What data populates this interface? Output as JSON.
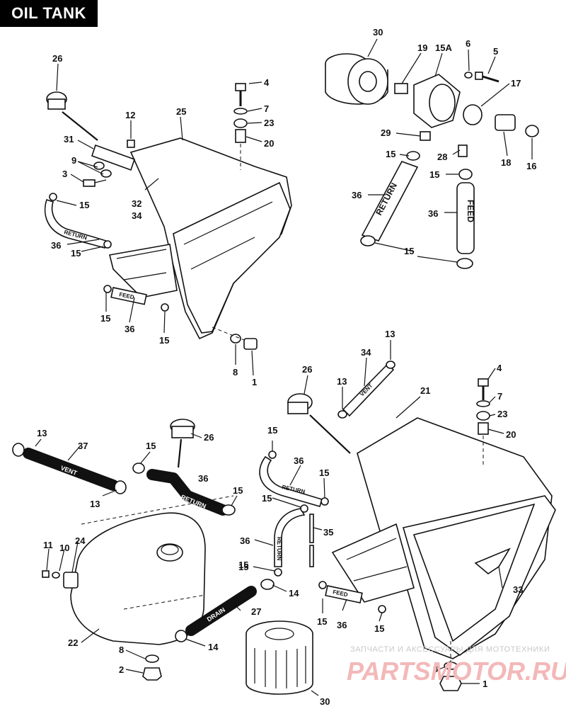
{
  "title": "OIL TANK",
  "hose_labels": {
    "return": "RETURN",
    "feed": "FEED",
    "vent": "VENT",
    "drain": "DRAIN"
  },
  "watermark": {
    "line1": "ЗАПЧАСТИ И АКСЕССУАРЫ ДЛЯ МОТОТЕХНИКИ",
    "line2": "PARTSMOTOR.RU"
  },
  "callouts": [
    {
      "id": "c26a",
      "text": "26"
    },
    {
      "id": "c12a",
      "text": "12"
    },
    {
      "id": "c25",
      "text": "25"
    },
    {
      "id": "c4a",
      "text": "4"
    },
    {
      "id": "c7a",
      "text": "7"
    },
    {
      "id": "c23a",
      "text": "23"
    },
    {
      "id": "c20a",
      "text": "20"
    },
    {
      "id": "c31",
      "text": "31"
    },
    {
      "id": "c9",
      "text": "9"
    },
    {
      "id": "c3",
      "text": "3"
    },
    {
      "id": "c15a",
      "text": "15"
    },
    {
      "id": "c32",
      "text": "32"
    },
    {
      "id": "c34a",
      "text": "34"
    },
    {
      "id": "c36a",
      "text": "36"
    },
    {
      "id": "c15b",
      "text": "15"
    },
    {
      "id": "c15c",
      "text": "15"
    },
    {
      "id": "c36b",
      "text": "36"
    },
    {
      "id": "c15d",
      "text": "15"
    },
    {
      "id": "c8a",
      "text": "8"
    },
    {
      "id": "c1a",
      "text": "1"
    },
    {
      "id": "c30a",
      "text": "30"
    },
    {
      "id": "c19",
      "text": "19"
    },
    {
      "id": "c15A",
      "text": "15A"
    },
    {
      "id": "c6",
      "text": "6"
    },
    {
      "id": "c5",
      "text": "5"
    },
    {
      "id": "c17",
      "text": "17"
    },
    {
      "id": "c29",
      "text": "29"
    },
    {
      "id": "c15e",
      "text": "15"
    },
    {
      "id": "c28",
      "text": "28"
    },
    {
      "id": "c18",
      "text": "18"
    },
    {
      "id": "c16",
      "text": "16"
    },
    {
      "id": "c15f",
      "text": "15"
    },
    {
      "id": "c36c",
      "text": "36"
    },
    {
      "id": "c36d",
      "text": "36"
    },
    {
      "id": "c15g",
      "text": "15"
    },
    {
      "id": "c13a",
      "text": "13"
    },
    {
      "id": "c34b",
      "text": "34"
    },
    {
      "id": "c26b",
      "text": "26"
    },
    {
      "id": "c13b",
      "text": "13"
    },
    {
      "id": "c21",
      "text": "21"
    },
    {
      "id": "c4b",
      "text": "4"
    },
    {
      "id": "c7b",
      "text": "7"
    },
    {
      "id": "c23b",
      "text": "23"
    },
    {
      "id": "c20b",
      "text": "20"
    },
    {
      "id": "c13c",
      "text": "13"
    },
    {
      "id": "c37",
      "text": "37"
    },
    {
      "id": "c26c",
      "text": "26"
    },
    {
      "id": "c15h",
      "text": "15"
    },
    {
      "id": "c36e",
      "text": "36"
    },
    {
      "id": "c15i",
      "text": "15"
    },
    {
      "id": "c15j",
      "text": "15"
    },
    {
      "id": "c36f",
      "text": "36"
    },
    {
      "id": "c15k",
      "text": "15"
    },
    {
      "id": "c13d",
      "text": "13"
    },
    {
      "id": "c15l",
      "text": "15"
    },
    {
      "id": "c15m",
      "text": "15"
    },
    {
      "id": "c36g",
      "text": "36"
    },
    {
      "id": "c35",
      "text": "35"
    },
    {
      "id": "c11",
      "text": "11"
    },
    {
      "id": "c10",
      "text": "10"
    },
    {
      "id": "c24",
      "text": "24"
    },
    {
      "id": "c15n",
      "text": "15"
    },
    {
      "id": "c14a",
      "text": "14"
    },
    {
      "id": "c33",
      "text": "33"
    },
    {
      "id": "c27",
      "text": "27"
    },
    {
      "id": "c15o",
      "text": "15"
    },
    {
      "id": "c36h",
      "text": "36"
    },
    {
      "id": "c15p",
      "text": "15"
    },
    {
      "id": "c22",
      "text": "22"
    },
    {
      "id": "c14b",
      "text": "14"
    },
    {
      "id": "c8b",
      "text": "8"
    },
    {
      "id": "c8c",
      "text": "8"
    },
    {
      "id": "c2",
      "text": "2"
    },
    {
      "id": "c1b",
      "text": "1"
    },
    {
      "id": "c30b",
      "text": "30"
    }
  ]
}
